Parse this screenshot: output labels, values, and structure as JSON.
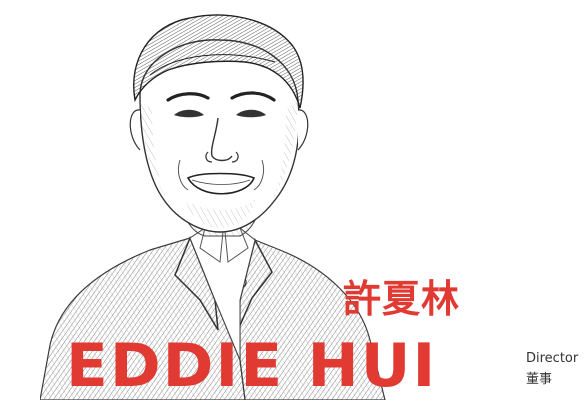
{
  "profile": {
    "name_cn": "許夏林",
    "name_en": "EDDIE HUI",
    "role_en": "Director",
    "role_cn": "董事"
  },
  "colors": {
    "accent": "#e03a33",
    "text": "#333333",
    "background": "#ffffff",
    "sketch_line": "#3a3a3a"
  },
  "icons": {
    "portrait": "pencil-sketch-portrait"
  }
}
